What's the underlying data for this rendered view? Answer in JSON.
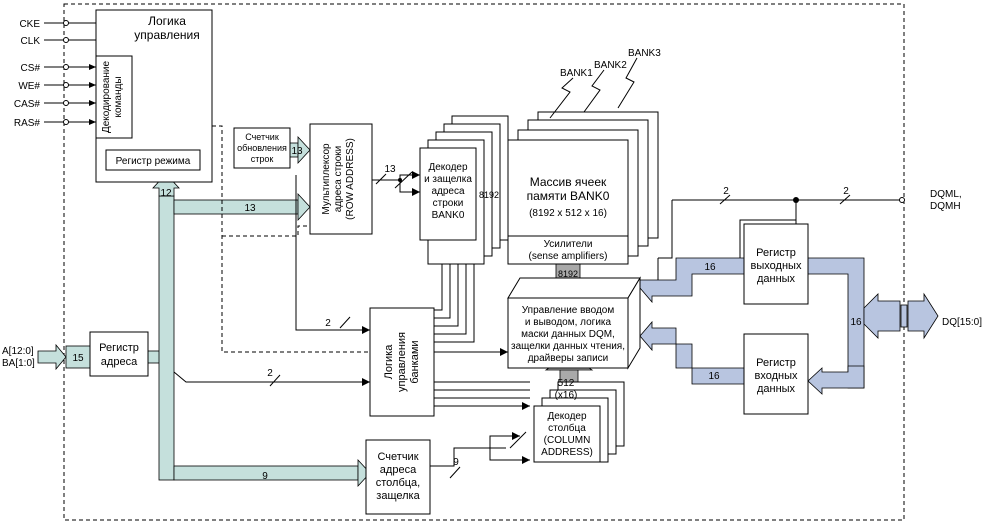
{
  "signals": {
    "cke": "CKE",
    "clk": "CLK",
    "cs": "CS#",
    "we": "WE#",
    "cas": "CAS#",
    "ras": "RAS#",
    "addr_line1": "A[12:0]",
    "addr_line2": "BA[1:0]",
    "dqm_line1": "DQML,",
    "dqm_line2": "DQMH",
    "dq": "DQ[15:0]"
  },
  "blocks": {
    "control_logic": [
      "Логика",
      "управления"
    ],
    "cmd_decode": [
      "Декодирование",
      "команды"
    ],
    "mode_register": "Регистр режима",
    "refresh_counter": [
      "Счетчик",
      "обновления",
      "строк"
    ],
    "row_mux": [
      "Мультиплексор",
      "адреса строки",
      "(ROW ADDRESS)"
    ],
    "row_decoder": [
      "Декодер",
      "и защелка",
      "адреса",
      "строки",
      "BANK0"
    ],
    "array": [
      "Массив ячеек",
      "памяти BANK0"
    ],
    "array_size": "(8192 x 512 x 16)",
    "amps": [
      "Усилители",
      "(sense amplifiers)"
    ],
    "io_ctrl": [
      "Управление вводом",
      "и выводом, логика",
      "маски данных DQM,",
      "защелки данных чтения,",
      "драйверы записи"
    ],
    "out_reg": [
      "Регистр",
      "выходных",
      "данных"
    ],
    "in_reg": [
      "Регистр",
      "входных",
      "данных"
    ],
    "addr_reg": [
      "Регистр",
      "адреса"
    ],
    "bank_ctrl": [
      "Логика",
      "управления",
      "банками"
    ],
    "col_decoder": [
      "Декодер",
      "столбца",
      "(COLUMN",
      "ADDRESS)"
    ],
    "col_counter": [
      "Счетчик",
      "адреса",
      "столбца,",
      "защелка"
    ]
  },
  "banks": [
    "BANK1",
    "BANK2",
    "BANK3"
  ],
  "bus_labels": {
    "addr_in": "15",
    "mode_up": "12",
    "row_mux_in": "13",
    "refresh_out": "13",
    "row_dec_in": "13",
    "rows": "8192",
    "amp_io": "8192",
    "cols": [
      "512",
      "(x16)"
    ],
    "bank_sel_a": "2",
    "bank_sel_b": "2",
    "col_cnt_in": "9",
    "col_dec_in": "9",
    "dqm_a": "2",
    "dqm_b": "2",
    "out_bus": "16",
    "in_bus": "16",
    "dq_bus": "16"
  }
}
